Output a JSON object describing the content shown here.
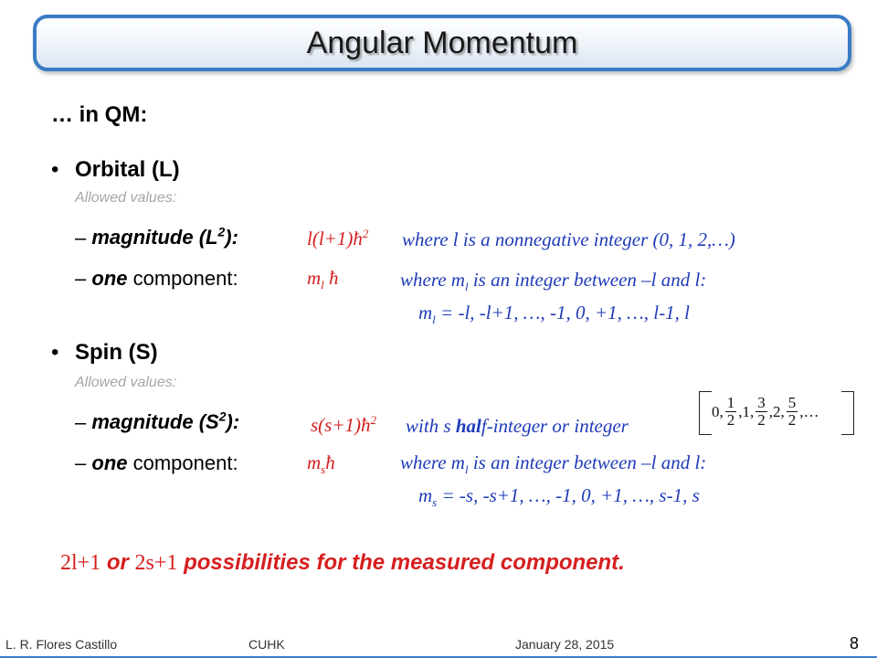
{
  "title": "Angular Momentum",
  "heading": "… in QM:",
  "bullet_char": "•",
  "dash": "–",
  "orbital": {
    "label": "Orbital (L)",
    "allowed": "Allowed values:",
    "mag_label_a": "magnitude (L",
    "mag_sup": "2",
    "mag_label_b": "):",
    "mag_formula_a": "l(l+1)ħ",
    "mag_formula_sup": "2",
    "mag_desc": "where l is a nonnegative integer (0, 1, 2,…)",
    "comp_label_a": "one",
    "comp_label_b": " component:",
    "comp_formula_a": "m",
    "comp_formula_sub": "l",
    "comp_formula_b": " ħ",
    "comp_desc_a": "where m",
    "comp_desc_sub": "l",
    "comp_desc_b": " is an integer between –l and l:",
    "values_a": "m",
    "values_sub": "l",
    "values_b": " = -l, -l+1, …, -1, 0, +1, …, l-1, l"
  },
  "spin": {
    "label": "Spin (S)",
    "allowed": "Allowed values:",
    "mag_label_a": "magnitude (S",
    "mag_sup": "2",
    "mag_label_b": "):",
    "mag_formula_a": "s(s+1)ħ",
    "mag_formula_sup": "2",
    "mag_desc_a": "with s ",
    "mag_desc_half": "hal",
    "mag_desc_b": "f-integer or integer",
    "set": {
      "zero": "0,",
      "f1_num": "1",
      "f1_den": "2",
      "one": ",1,",
      "f2_num": "3",
      "f2_den": "2",
      "two": ",2,",
      "f3_num": "5",
      "f3_den": "2",
      "dots": ",…"
    },
    "comp_label_a": "one",
    "comp_label_b": " component:",
    "comp_formula_a": "m",
    "comp_formula_sub": "s",
    "comp_formula_b": "ħ",
    "comp_desc_a": "where m",
    "comp_desc_sub": "l",
    "comp_desc_b": " is an integer between –l and l:",
    "values_a": "m",
    "values_sub": "s",
    "values_b": " = -s, -s+1, …, -1, 0, +1, …, s-1, s"
  },
  "conclusion": {
    "f1": "2l+1",
    "or": " or ",
    "f2": "2s+1",
    "rest": " possibilities for the measured component."
  },
  "footer": {
    "author": "L. R. Flores Castillo",
    "institution": "CUHK",
    "date": "January 28, 2015",
    "page": "8"
  },
  "colors": {
    "accent_blue": "#3a7cc4",
    "formula_red": "#d61f1f",
    "desc_blue": "#1f3bb8",
    "subtle_gray": "#a6a6a6"
  }
}
